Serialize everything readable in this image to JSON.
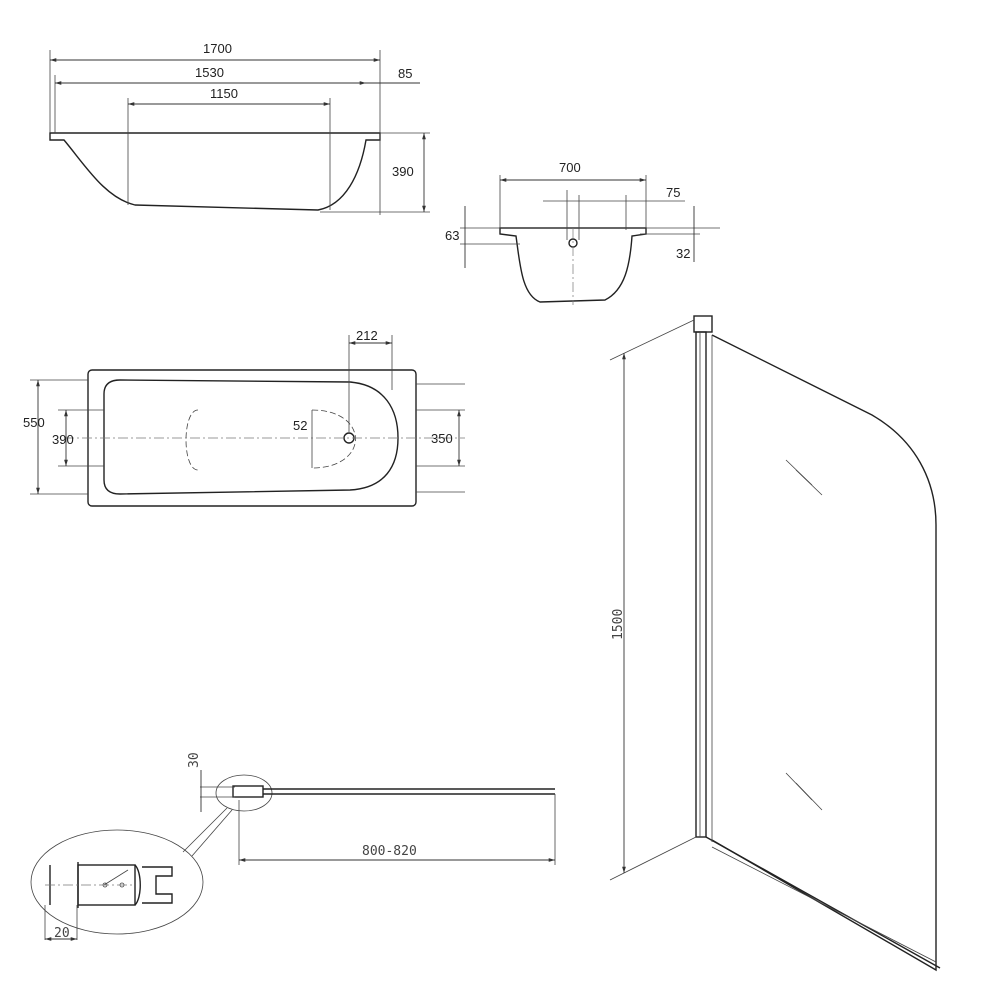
{
  "side_view": {
    "overall_length": "1700",
    "inner_length": "1530",
    "rim_width": "85",
    "bottom_length": "1150",
    "depth": "390"
  },
  "end_view": {
    "width": "700",
    "offset": "75",
    "rim_height": "63",
    "drain_height": "32"
  },
  "top_view": {
    "drain_offset": "212",
    "overall_width": "550",
    "inner_width_head": "390",
    "drain_diameter": "52",
    "inner_width_foot": "350"
  },
  "screen": {
    "height": "1500",
    "profile_depth": "30",
    "width_range": "800-820",
    "profile_width": "20"
  }
}
